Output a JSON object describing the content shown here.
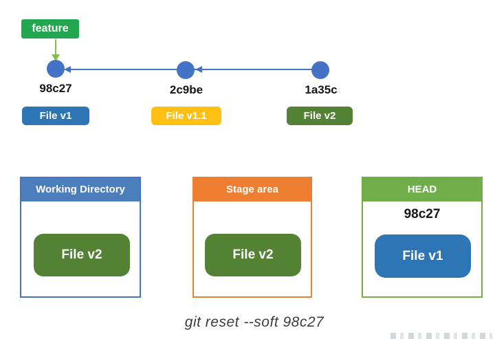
{
  "diagram": {
    "branch": {
      "label": "feature",
      "color": "#22a650",
      "arrow_color": "#7fc241"
    },
    "commits": [
      {
        "hash": "98c27",
        "file_label": "File v1",
        "file_color": "#2e75b6"
      },
      {
        "hash": "2c9be",
        "file_label": "File v1.1",
        "file_color": "#fdc013"
      },
      {
        "hash": "1a35c",
        "file_label": "File v2",
        "file_color": "#548235"
      }
    ],
    "graph": {
      "node_color": "#4472c4",
      "edge_color": "#4472c4",
      "edge_direction": "right-to-left"
    },
    "areas": [
      {
        "title": "Working Directory",
        "accent": "#4472c4",
        "file_label": "File v2",
        "file_color": "#548235"
      },
      {
        "title": "Stage area",
        "accent": "#ed7d31",
        "file_label": "File v2",
        "file_color": "#548235"
      },
      {
        "title": "HEAD",
        "accent": "#70ad47",
        "head_hash": "98c27",
        "file_label": "File v1",
        "file_color": "#2e75b6"
      }
    ],
    "command": "git reset --soft 98c27",
    "background": "#ffffff"
  }
}
